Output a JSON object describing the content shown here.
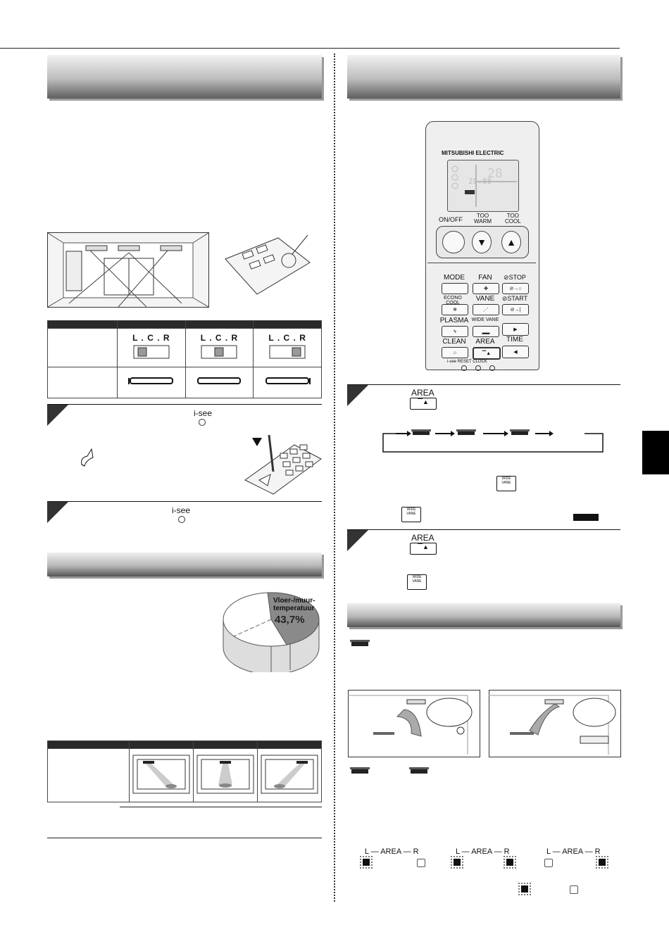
{
  "remote": {
    "brand": "MITSUBISHI ELECTRIC",
    "display_digits": "28.88",
    "on_off": "ON/OFF",
    "too_warm": "TOO\nWARM",
    "too_cool": "TOO\nCOOL",
    "buttons": {
      "mode": "MODE",
      "fan": "FAN",
      "stop": "⊘STOP",
      "econo_cool": "ECONO COOL",
      "vane": "VANE",
      "start": "⊘START",
      "plasma": "PLASMA",
      "wide_vane": "WIDE VANE",
      "clean": "CLEAN",
      "area": "AREA",
      "time": "TIME"
    },
    "bottom_labels": "i-see  RESET  CLOCK"
  },
  "left": {
    "table1": {
      "lcr": [
        "L . C . R",
        "L . C . R",
        "L . C . R"
      ]
    },
    "step1_isee": "i-see",
    "step2_isee": "i-see",
    "pie": {
      "label": "Vloer-/muur-\ntemperatuur",
      "percent": "43,7%"
    }
  },
  "right": {
    "area_label_1": "AREA",
    "area_label_2": "AREA",
    "wide_vane_small_1": "WIDE VANE",
    "wide_vane_small_2": "WIDE VANE",
    "wide_vane_small_3": "WIDE VANE",
    "indicator_label": "L — AREA — R"
  }
}
